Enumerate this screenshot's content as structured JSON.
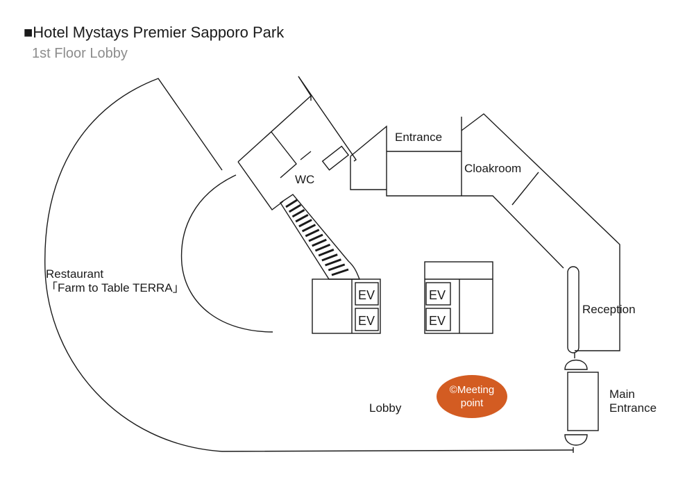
{
  "header": {
    "title": "■Hotel Mystays Premier Sapporo Park",
    "subtitle": "1st Floor Lobby"
  },
  "labels": {
    "entrance": "Entrance",
    "cloakroom": "Cloakroom",
    "wc": "WC",
    "restaurant_line1": "Restaurant",
    "restaurant_line2": "「Farm to Table TERRA」",
    "reception": "Reception",
    "main_entrance_line1": "Main",
    "main_entrance_line2": "Entrance",
    "lobby": "Lobby",
    "meeting_point_line1": "©Meeting",
    "meeting_point_line2": "point",
    "elevator": "EV"
  },
  "colors": {
    "meeting_point": "#d35c22",
    "lines": "#1a1a1a",
    "subtitle": "#8c8c8c"
  }
}
